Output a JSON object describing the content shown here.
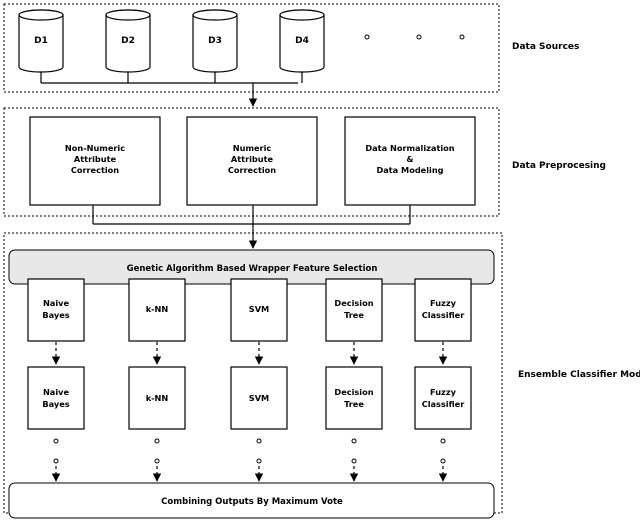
{
  "sections": {
    "data_sources": "Data Sources",
    "preprocessing": "Data Preprocesing",
    "ensemble": "Ensemble Classifier Model"
  },
  "databases": [
    "D1",
    "D2",
    "D3",
    "D4"
  ],
  "preprocessing_boxes": [
    [
      "Non-Numeric",
      "Attribute",
      "Correction"
    ],
    [
      "Numeric",
      "Attribute",
      "Correction"
    ],
    [
      "Data Normalization",
      "&",
      "Data Modeling"
    ]
  ],
  "feature_selection": "Genetic Algorithm Based Wrapper Feature Selection",
  "classifiers": [
    [
      "Naive",
      "Bayes"
    ],
    [
      "k-NN"
    ],
    [
      "SVM"
    ],
    [
      "Decision",
      "Tree"
    ],
    [
      "Fuzzy",
      "Classifier"
    ]
  ],
  "combine": "Combining Outputs By Maximum Vote"
}
